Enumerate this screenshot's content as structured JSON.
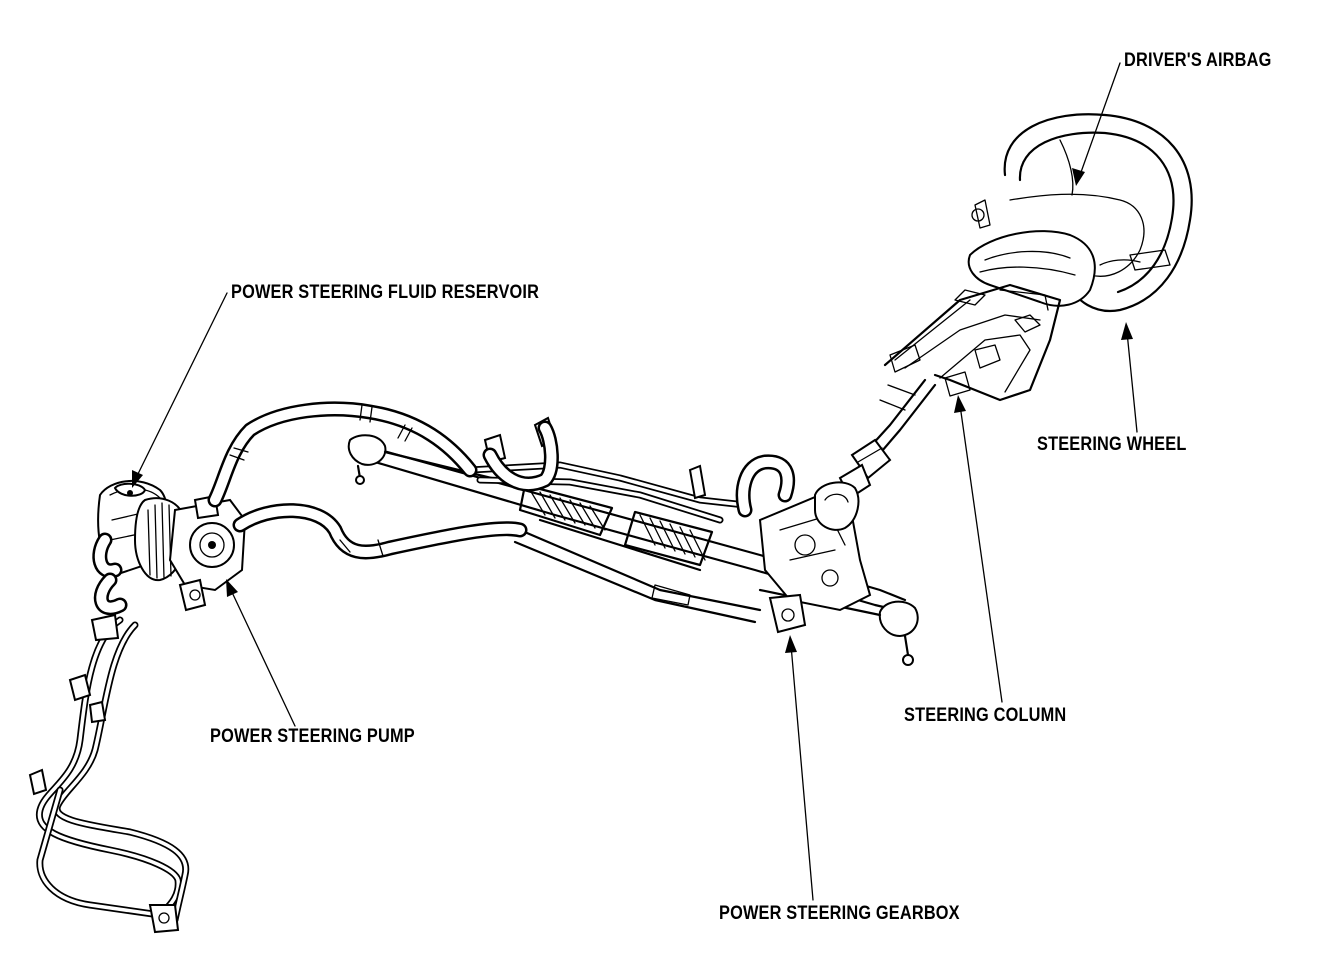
{
  "labels": {
    "drivers_airbag": "DRIVER'S AIRBAG",
    "power_steering_fluid_reservoir": "POWER STEERING FLUID RESERVOIR",
    "steering_wheel": "STEERING WHEEL",
    "power_steering_pump": "POWER STEERING PUMP",
    "steering_column": "STEERING COLUMN",
    "power_steering_gearbox": "POWER STEERING GEARBOX"
  }
}
